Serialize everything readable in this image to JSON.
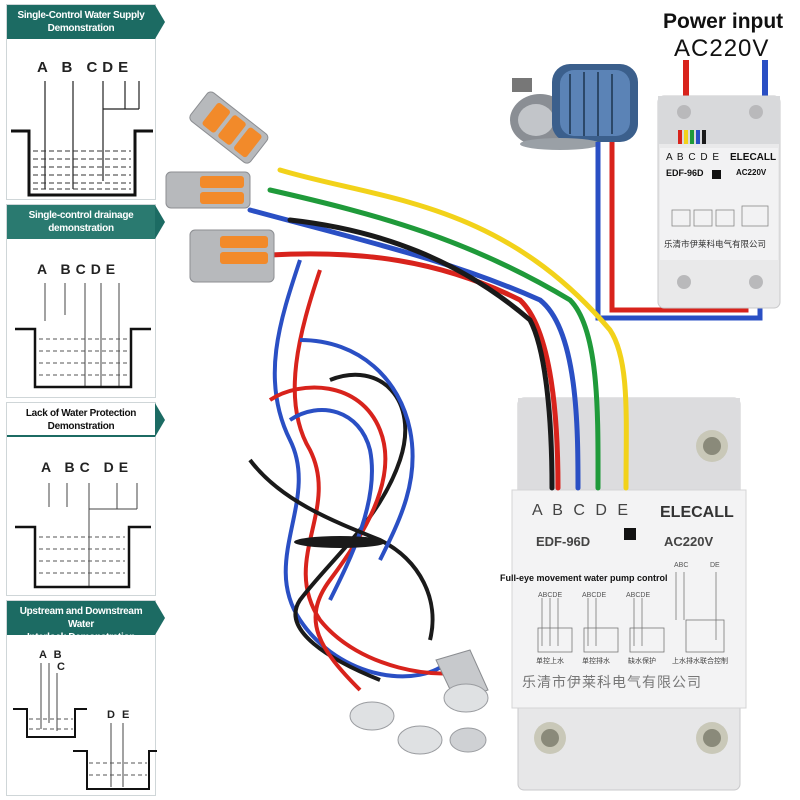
{
  "demos": [
    {
      "title_line1": "Single-Control Water Supply",
      "title_line2": "Demonstration",
      "letters": "A B CDE"
    },
    {
      "title_line1": "Single-control drainage",
      "title_line2": "demonstration",
      "letters": "A BCDE"
    },
    {
      "title_line1": "Lack of Water Protection",
      "title_line2": "Demonstration",
      "letters": "A BC DE"
    },
    {
      "title_line1": "Upstream and Downstream Water",
      "title_line2": "Interlock Demonstration",
      "letters_top": "A B",
      "letter_c": "C",
      "letters_de": "D E"
    }
  ],
  "power": {
    "title": "Power input",
    "voltage": "AC220V"
  },
  "small_device": {
    "terminals": "A B C D E",
    "brand": "ELECALL",
    "model": "EDF-96D",
    "voltage": "AC220V",
    "company": "乐清市伊莱科电气有限公司"
  },
  "large_device": {
    "terminals": "A B C D E",
    "brand": "ELECALL",
    "model": "EDF-96D",
    "voltage": "AC220V",
    "caption": "Full-eye movement water pump control",
    "mini_abcde": "ABCDE",
    "mini_abc": "ABC",
    "mini_de": "DE",
    "mode_labels": [
      "单控上水",
      "单控排水",
      "缺水保护",
      "上水排水联合控制"
    ],
    "company": "乐清市伊莱科电气有限公司"
  },
  "colors": {
    "demo_header": "#1c6b63",
    "wire_red": "#d8231c",
    "wire_blue": "#2a4fc4",
    "wire_black": "#1a1a1a",
    "wire_green": "#1f9a3a",
    "wire_yellow": "#f2d21a",
    "connector_orange": "#f28a2a"
  }
}
